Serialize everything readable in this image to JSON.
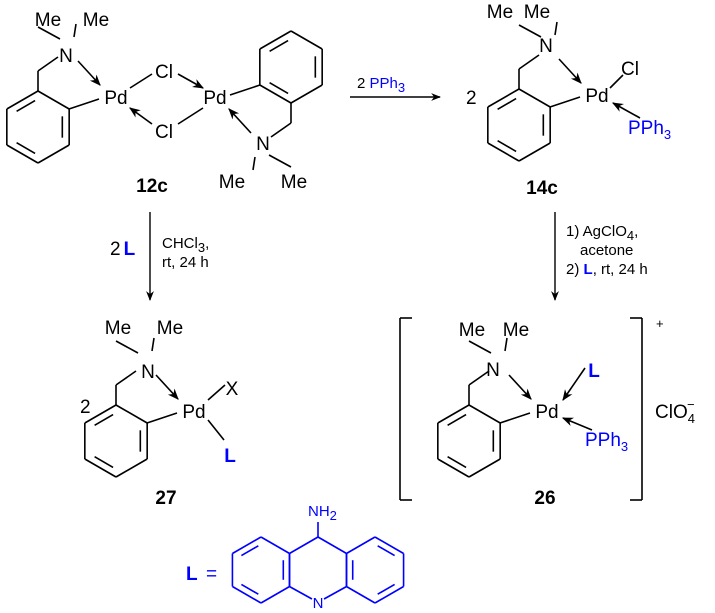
{
  "title": "Cyclopalladated complex reaction scheme",
  "atoms": {
    "me": "Me",
    "n": "N",
    "pd": "Pd",
    "cl": "Cl",
    "x": "X",
    "l": "L",
    "ph": "PPh",
    "three": "3",
    "nh": "NH",
    "two": "2"
  },
  "compounds": {
    "c12c": "12c",
    "c14c": "14c",
    "c27": "27",
    "c26": "26"
  },
  "coefficients": {
    "c14c": "2",
    "c27": "2"
  },
  "reaction_1": {
    "coef": "2",
    "reagent": "PPh",
    "reagent_sub": "3"
  },
  "reaction_2": {
    "coef": "2",
    "ligand": "L",
    "solvent": "CHCl",
    "solvent_sub": "3",
    "solvent_tail": ",",
    "conditions": "rt, 24 h"
  },
  "reaction_3": {
    "step1": "1) AgClO",
    "step1_sub": "4",
    "step1_tail": ",",
    "step1_solvent": "acetone",
    "step2_prefix": "2)",
    "step2_ligand": "L",
    "step2_tail": ", rt, 24 h"
  },
  "complex_26": {
    "charge": "+",
    "counterion": "ClO",
    "counterion_sub": "4",
    "counterion_sup": "−"
  },
  "ligand_def": {
    "label": "L",
    "equals": "=",
    "amino": "NH",
    "amino_sub": "2",
    "ring_n": "N"
  },
  "colors": {
    "ligand": "#0000ff",
    "bonds": "#000000"
  }
}
